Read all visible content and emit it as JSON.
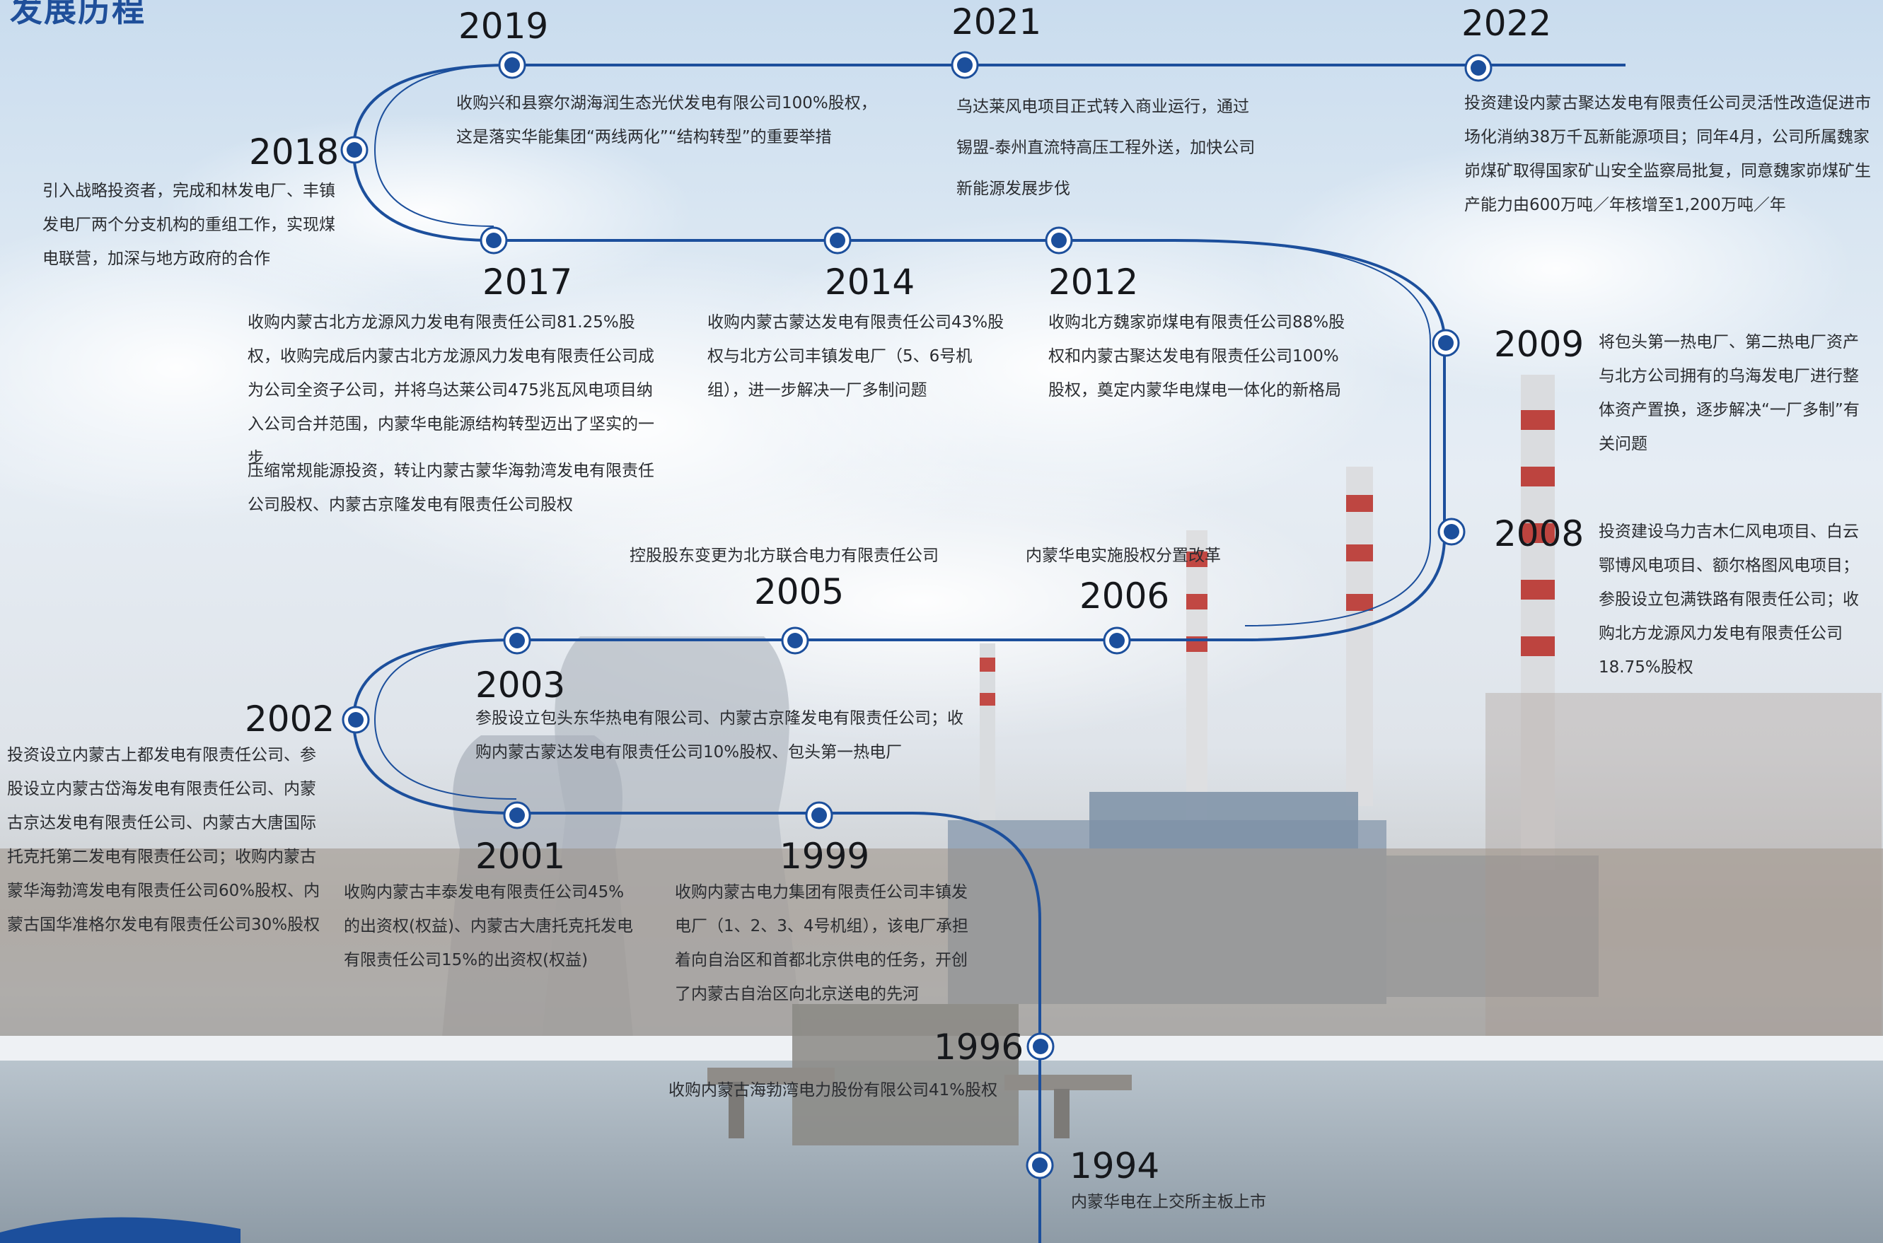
{
  "page_title": "发展历程",
  "colors": {
    "line": "#1c4f9c",
    "text": "#2a2c30",
    "year": "#16181c"
  },
  "events": [
    {
      "year": "2019",
      "text": "收购兴和县察尔湖海润生态光伏发电有限公司100%股权，这是落实华能集团“两线两化”“结构转型”的重要举措"
    },
    {
      "year": "2021",
      "text": "乌达莱风电项目正式转入商业运行，通过锡盟-泰州直流特高压工程外送，加快公司新能源发展步伐"
    },
    {
      "year": "2022",
      "text": "投资建设内蒙古聚达发电有限责任公司灵活性改造促进市场化消纳38万千瓦新能源项目；同年4月，公司所属魏家峁煤矿取得国家矿山安全监察局批复，同意魏家峁煤矿生产能力由600万吨／年核增至1,200万吨／年"
    },
    {
      "year": "2018",
      "text": "引入战略投资者，完成和林发电厂、丰镇发电厂两个分支机构的重组工作，实现煤电联营，加深与地方政府的合作"
    },
    {
      "year": "2017",
      "text": "收购内蒙古北方龙源风力发电有限责任公司81.25%股权，收购完成后内蒙古北方龙源风力发电有限责任公司成为公司全资子公司，并将乌达莱公司475兆瓦风电项目纳入公司合并范围，内蒙华电能源结构转型迈出了坚实的一步",
      "text2": "压缩常规能源投资，转让内蒙古蒙华海勃湾发电有限责任公司股权、内蒙古京隆发电有限责任公司股权"
    },
    {
      "year": "2014",
      "text": "收购内蒙古蒙达发电有限责任公司43%股权与北方公司丰镇发电厂（5、6号机组），进一步解决一厂多制问题"
    },
    {
      "year": "2012",
      "text": "收购北方魏家峁煤电有限责任公司88%股权和内蒙古聚达发电有限责任公司100%股权，奠定内蒙华电煤电一体化的新格局"
    },
    {
      "year": "2009",
      "text": "将包头第一热电厂、第二热电厂资产与北方公司拥有的乌海发电厂进行整体资产置换，逐步解决“一厂多制”有关问题"
    },
    {
      "year": "2008",
      "text": "投资建设乌力吉木仁风电项目、白云鄂博风电项目、额尔格图风电项目；参股设立包满铁路有限责任公司；收购北方龙源风力发电有限责任公司18.75%股权"
    },
    {
      "year": "2005",
      "text": "控股股东变更为北方联合电力有限责任公司"
    },
    {
      "year": "2006",
      "text": "内蒙华电实施股权分置改革"
    },
    {
      "year": "2003",
      "text": "参股设立包头东华热电有限公司、内蒙古京隆发电有限责任公司；收购内蒙古蒙达发电有限责任公司10%股权、包头第一热电厂"
    },
    {
      "year": "2002",
      "text": "投资设立内蒙古上都发电有限责任公司、参股设立内蒙古岱海发电有限责任公司、内蒙古京达发电有限责任公司、内蒙古大唐国际托克托第二发电有限责任公司；收购内蒙古蒙华海勃湾发电有限责任公司60%股权、内蒙古国华准格尔发电有限责任公司30%股权"
    },
    {
      "year": "2001",
      "text": "收购内蒙古丰泰发电有限责任公司45%的出资权(权益)、内蒙古大唐托克托发电有限责任公司15%的出资权(权益)"
    },
    {
      "year": "1999",
      "text": "收购内蒙古电力集团有限责任公司丰镇发电厂（1、2、3、4号机组），该电厂承担着向自治区和首都北京供电的任务，开创了内蒙古自治区向北京送电的先河"
    },
    {
      "year": "1996",
      "text": "收购内蒙古海勃湾电力股份有限公司41%股权"
    },
    {
      "year": "1994",
      "text": "内蒙华电在上交所主板上市"
    }
  ]
}
